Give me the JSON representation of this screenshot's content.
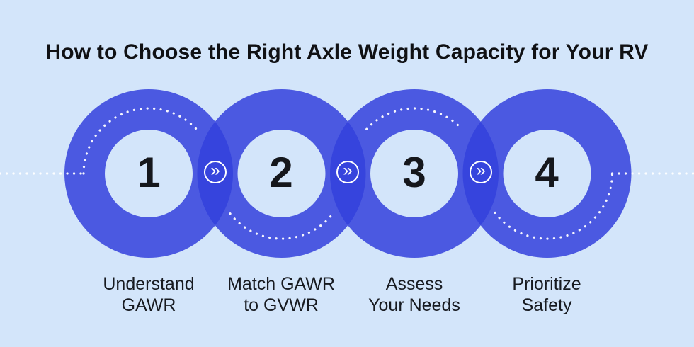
{
  "title": "How to Choose the Right Axle Weight Capacity for Your RV",
  "steps": [
    {
      "number": "1",
      "label_line1": "Understand",
      "label_line2": "GAWR"
    },
    {
      "number": "2",
      "label_line1": "Match GAWR",
      "label_line2": "to GVWR"
    },
    {
      "number": "3",
      "label_line1": "Assess",
      "label_line2": "Your Needs"
    },
    {
      "number": "4",
      "label_line1": "Prioritize",
      "label_line2": "Safety"
    }
  ],
  "connector": {
    "icon": "double-chevron-right-icon",
    "glyph": "»"
  },
  "colors": {
    "background": "#d3e5fa",
    "ring_rgba": "rgba(50,65,220,0.85)",
    "ring_single": "#4b5ae0",
    "ring_overlap": "#3a49d8",
    "dotted_path": "#ffffff",
    "title_text": "#101114",
    "number_text": "#15171c",
    "label_text": "#171a20"
  }
}
